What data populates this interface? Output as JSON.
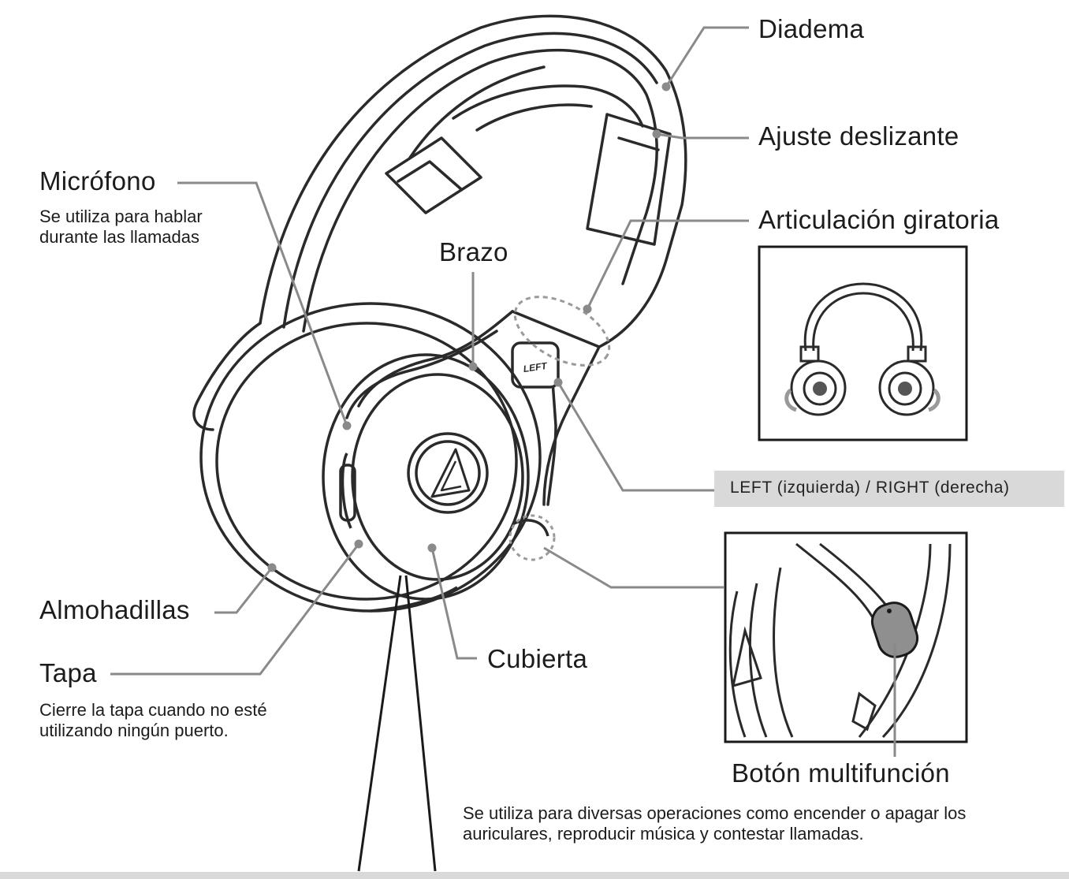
{
  "labels": {
    "diadema": "Diadema",
    "ajuste": "Ajuste deslizante",
    "articulacion": "Articulación giratoria",
    "microfono": "Micrófono",
    "microfono_desc": "Se utiliza para hablar durante las llamadas",
    "brazo": "Brazo",
    "left_right": "LEFT (izquierda) / RIGHT (derecha)",
    "almohadillas": "Almohadillas",
    "tapa": "Tapa",
    "tapa_desc": "Cierre la tapa cuando no esté utilizando ningún puerto.",
    "cubierta": "Cubierta",
    "boton": "Botón multifunción",
    "boton_desc_1": "Se utiliza para diversas operaciones como encender o apagar los",
    "boton_desc_2": "auriculares, reproducir música y contestar llamadas."
  },
  "illustration": {
    "side_marker": "LEFT",
    "line_color": "#2a2a2a",
    "leader_color": "#8a8a8a",
    "chip_color": "#d9d9d9"
  }
}
